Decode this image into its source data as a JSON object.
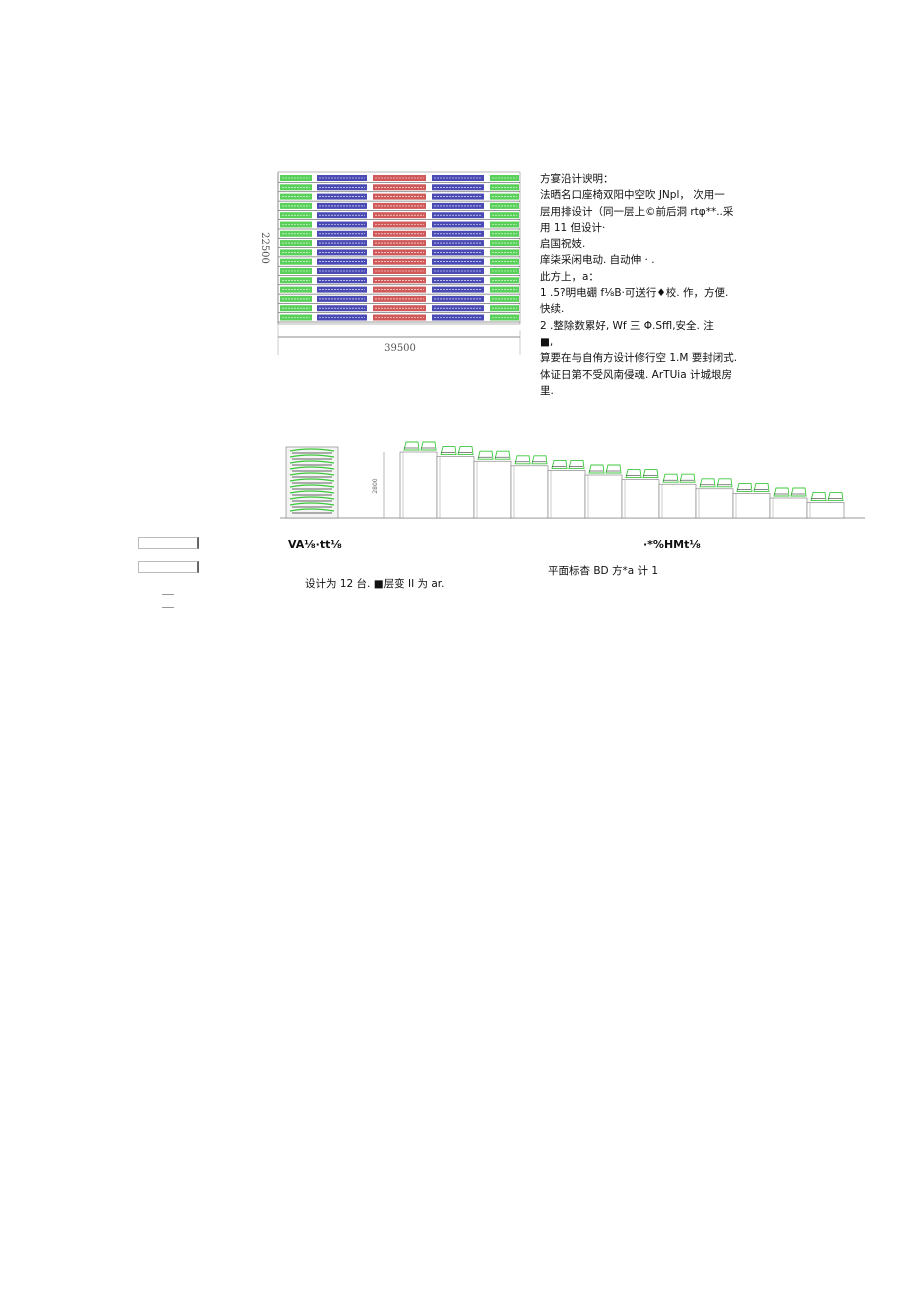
{
  "plan_drawing": {
    "width_dim": "39500",
    "height_dim": "22500",
    "colors": {
      "outer": "#3cc83c",
      "inner": "#2a2aa8",
      "center": "#c83c3c"
    }
  },
  "notes": {
    "lines": [
      "方宴沿计谀明：",
      "法晒名口座椅双阳中空吹 JNpl， 次用一",
      "层用排设计（同一层上©前后洞 rtφ**..采",
      "用 11 但设计·",
      "启国祝妓.",
      "庠柒采闲电动. 自动伸 · .",
      "此方上，a：",
      "1  .5?明电硼 f⅛B·可送行♦校. 作，方便.",
      "快续.",
      "2  .整除数累好, Wf 三 Φ.Sffl,安全. 注",
      "■,",
      "算要在与自侑方设计修行空 1.M 要封闭式.",
      "体证日第不受风南侵魂. ArTUia 计城垠房",
      "里."
    ]
  },
  "side_drawing": {
    "height_dim": "2800"
  },
  "captions": {
    "left_caption": "VA⅛·tt⅛",
    "right_caption": "·*%HMt⅛",
    "plan_note": "平面标杳 BD 方*a 计 1",
    "design_note": "设计为 12 台. ■层变 II 为 ar."
  }
}
